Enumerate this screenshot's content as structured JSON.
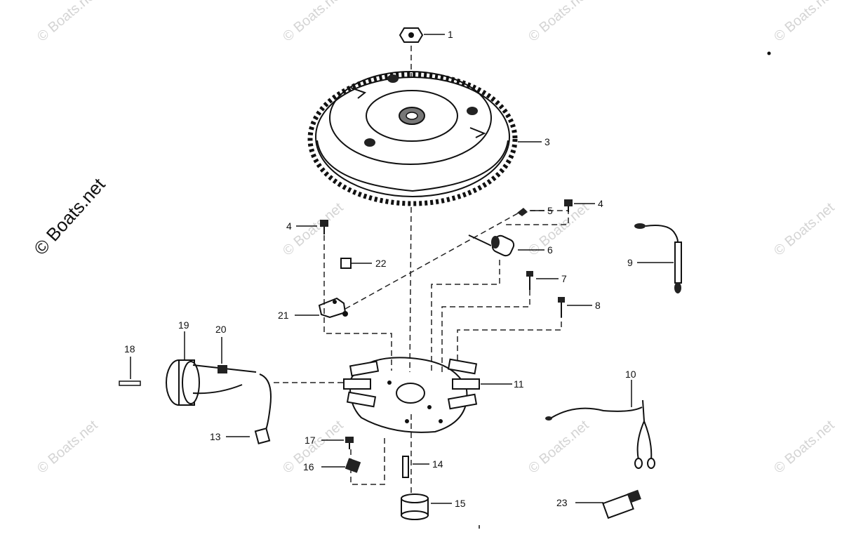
{
  "watermark_text": "© Boats.net",
  "callouts": [
    {
      "id": "1",
      "text": "1"
    },
    {
      "id": "3",
      "text": "3"
    },
    {
      "id": "4a",
      "text": "4"
    },
    {
      "id": "4b",
      "text": "4"
    },
    {
      "id": "5",
      "text": "5"
    },
    {
      "id": "6",
      "text": "6"
    },
    {
      "id": "7",
      "text": "7"
    },
    {
      "id": "8",
      "text": "8"
    },
    {
      "id": "9",
      "text": "9"
    },
    {
      "id": "10",
      "text": "10"
    },
    {
      "id": "11",
      "text": "11"
    },
    {
      "id": "13",
      "text": "13"
    },
    {
      "id": "14",
      "text": "14"
    },
    {
      "id": "15",
      "text": "15"
    },
    {
      "id": "16",
      "text": "16"
    },
    {
      "id": "17",
      "text": "17"
    },
    {
      "id": "18",
      "text": "18"
    },
    {
      "id": "19",
      "text": "19"
    },
    {
      "id": "20",
      "text": "20"
    },
    {
      "id": "21",
      "text": "21"
    },
    {
      "id": "22",
      "text": "22"
    },
    {
      "id": "23",
      "text": "23"
    }
  ]
}
